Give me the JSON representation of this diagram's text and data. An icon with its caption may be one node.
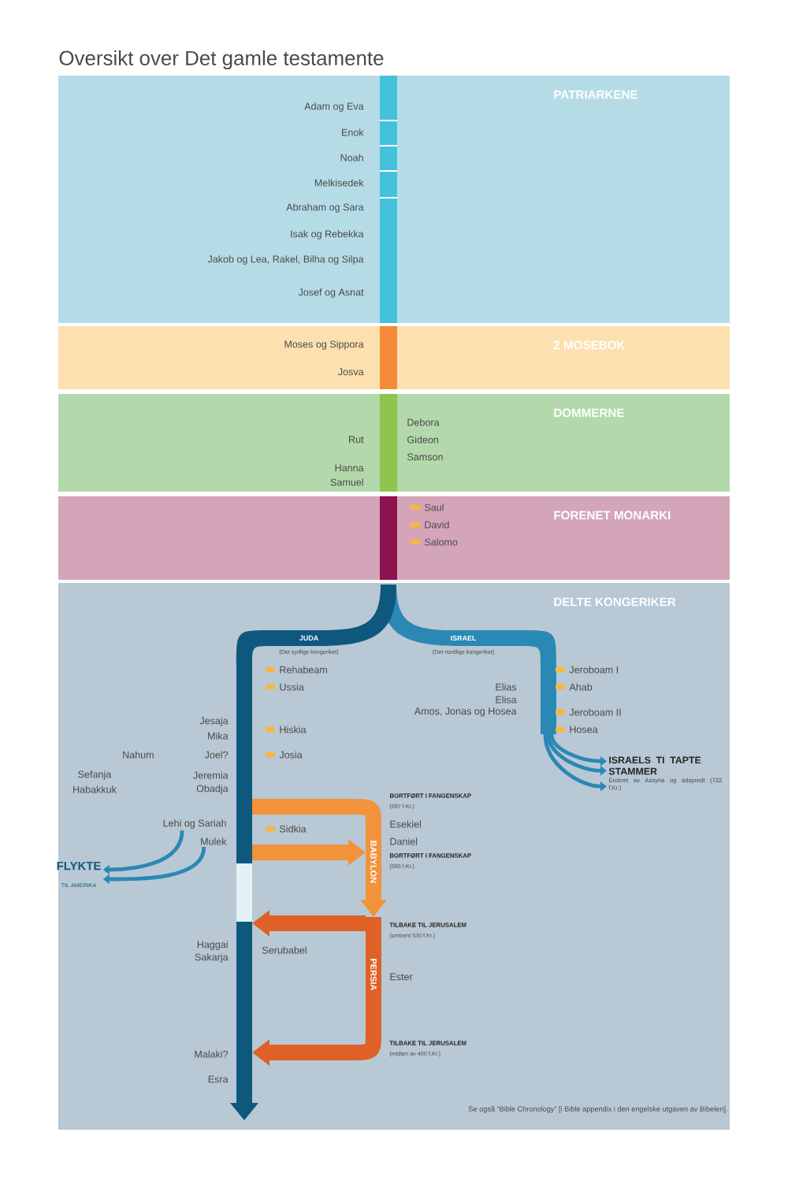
{
  "diagram": {
    "title": "Oversikt over Det gamle testamente",
    "nodes": [
      {
        "text": [
          "PATRIARKENE"
        ]
      },
      {
        "text": [
          "2 MOSEBOK"
        ]
      },
      {
        "text": [
          "DOMMERNE"
        ]
      },
      {
        "text": [
          "FORENET MONARKI"
        ]
      },
      {
        "text": [
          "DELTE KONGERIKER"
        ]
      },
      {
        "text": [],
        "shape": "bar",
        "in": 4
      },
      {
        "text": [],
        "shape": "bar",
        "in": 4
      },
      {
        "text": [
          "BABYLON"
        ],
        "in": 4
      },
      {
        "text": [
          "PERSIA"
        ],
        "in": 4
      },
      {
        "text": [
          "Lehi og Sariah"
        ],
        "in": 4
      },
      {
        "text": [
          "Mulek"
        ],
        "in": 4
      },
      {
        "text": [
          "FLYKTE",
          "TIL AMERIKA"
        ],
        "in": 4
      },
      {
        "text": [
          "ISRAELS TI TAPTE STAMMER",
          "Erobret av Assyria og adspredt (722 f.Kr.)"
        ],
        "in": 4
      }
    ],
    "edges": [
      {
        "from": 9,
        "to": 11,
        "arrow": "to"
      },
      {
        "from": 10,
        "to": 11,
        "arrow": "to"
      },
      {
        "from": 6,
        "to": 12,
        "arrow": "to"
      },
      {
        "from": 6,
        "to": 12,
        "arrow": "to"
      },
      {
        "from": 6,
        "to": 12,
        "arrow": "to"
      },
      {
        "from": 5,
        "to": 7,
        "arrow": "none",
        "style": "thick",
        "color": "#f2923a"
      },
      {
        "from": 7,
        "to": 8,
        "arrow": "to",
        "style": "thick",
        "color": "#f2923a"
      },
      {
        "from": 5,
        "to": 7,
        "arrow": "to",
        "style": "thick",
        "color": "#f2923a"
      },
      {
        "from": 8,
        "to": 5,
        "arrow": "to",
        "style": "thick",
        "color": "#df6128"
      },
      {
        "from": 8,
        "to": 5,
        "arrow": "to",
        "style": "thick",
        "color": "#df6128"
      }
    ],
    "labels": [
      "Adam og Eva",
      "Enok",
      "Noah",
      "Melkisedek",
      "Abraham og Sara",
      "Isak og Rebekka",
      "Jakob og Lea, Rakel, Bilha og Silpa",
      "Josef og Asnat",
      "Moses og Sippora",
      "Josva",
      "Debora",
      "Rut",
      "Gideon",
      "Samson",
      "Hanna",
      "Samuel",
      "Saul",
      "David",
      "Salomo",
      "JUDA",
      "ISRAEL",
      "(Det sydlige kongeriket)",
      "(Det nordlige kongeriket)",
      "Rehabeam",
      "Jeroboam I",
      "Ussia",
      "Elias",
      "Ahab",
      "Elisa",
      "Amos, Jonas og Hosea",
      "Jeroboam II",
      "Jesaja",
      "Hiskia",
      "Hosea",
      "Mika",
      "Nahum",
      "Joel?",
      "Josia",
      "Sefanja",
      "Jeremia",
      "Habakkuk",
      "Obadja",
      "BORTFØRT I FANGENSKAP",
      "(597 f.Kr.)",
      "Esekiel",
      "Sidkia",
      "Daniel",
      "BORTFØRT I FANGENSKAP",
      "(586 f.Kr.)",
      "TILBAKE TIL JERUSALEM",
      "(omtrent 530 f.Kr.)",
      "Haggai",
      "Serubabel",
      "Sakarja",
      "Ester",
      "TILBAKE TIL JERUSALEM",
      "(midten av 400 f.Kr.)",
      "Malaki?",
      "Esra",
      "Se også “Bible Chronology” [i Bible appendix i den engelske utgaven av Bibelen]."
    ]
  }
}
